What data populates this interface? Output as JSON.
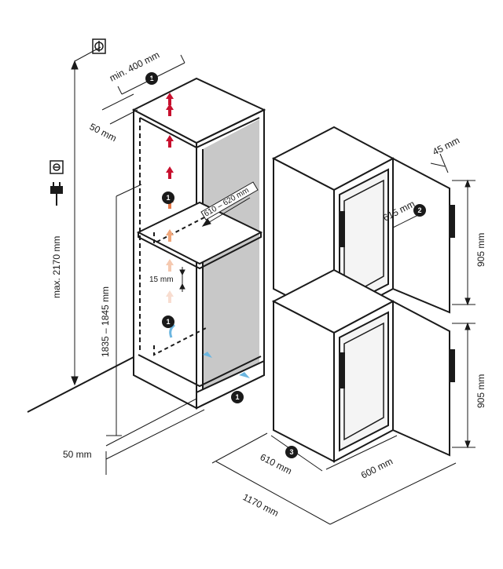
{
  "dimensions": {
    "max_height": "max. 2170 mm",
    "niche_height": "1835 – 1845 mm",
    "top_clearance": "50 mm",
    "bottom_clearance": "50 mm",
    "vent_min": "min. 400 mm",
    "niche_depth": "610 – 620 mm",
    "shelf_gap": "15 mm",
    "door_gap": "45 mm",
    "door_swing": "615 mm",
    "unit_height_upper": "905 mm",
    "unit_height_lower": "905 mm",
    "unit_depth": "610 mm",
    "unit_width": "600 mm",
    "total_width_door_open": "1170 mm"
  },
  "callouts": {
    "one": "1",
    "two": "2",
    "three": "3"
  },
  "colors": {
    "line": "#1a1a1a",
    "niche_fill": "#c8c8c8",
    "callout_fill": "#1a1a1a",
    "arrow_hot": "#c8102e",
    "arrow_warm": "#e87a4a",
    "arrow_light": "#f5c9b0",
    "arrow_cool": "#6cb6e0"
  },
  "icons": [
    "ground-icon",
    "power-socket-icon",
    "power-plug-icon"
  ]
}
